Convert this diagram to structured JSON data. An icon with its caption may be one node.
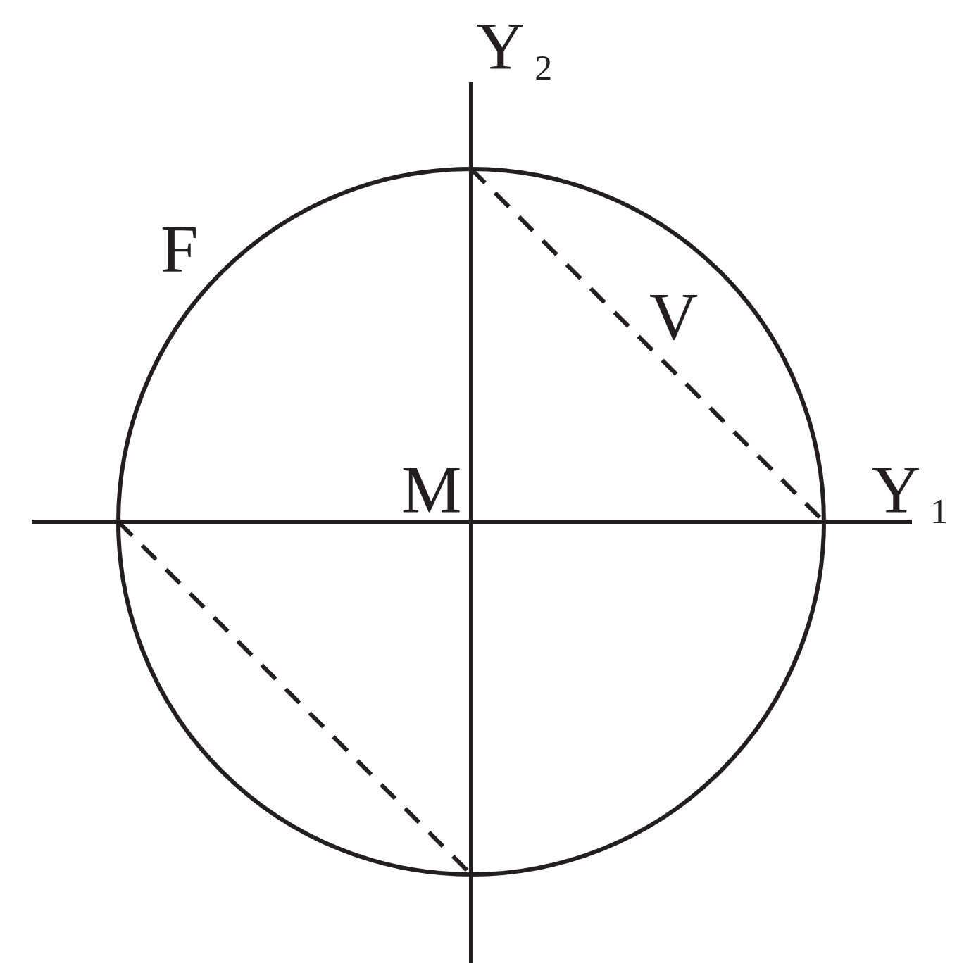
{
  "diagram": {
    "labels": [
      "Y$_{2}$",
      "F",
      "V",
      "M",
      "Y$_{1}$"
    ]
  }
}
